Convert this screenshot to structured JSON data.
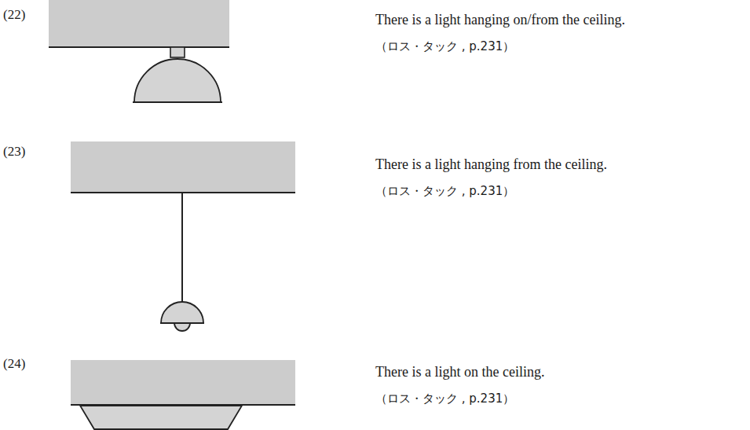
{
  "diagram": {
    "labels": [
      "(22)",
      "There is a light hanging on/from the ceiling.",
      "（ロス・タック , p.231）",
      "(23)",
      "There is a light hanging from the ceiling.",
      "（ロス・タック , p.231）",
      "(24)",
      "There is a light on the ceiling.",
      "（ロス・タック , p.231）"
    ]
  }
}
